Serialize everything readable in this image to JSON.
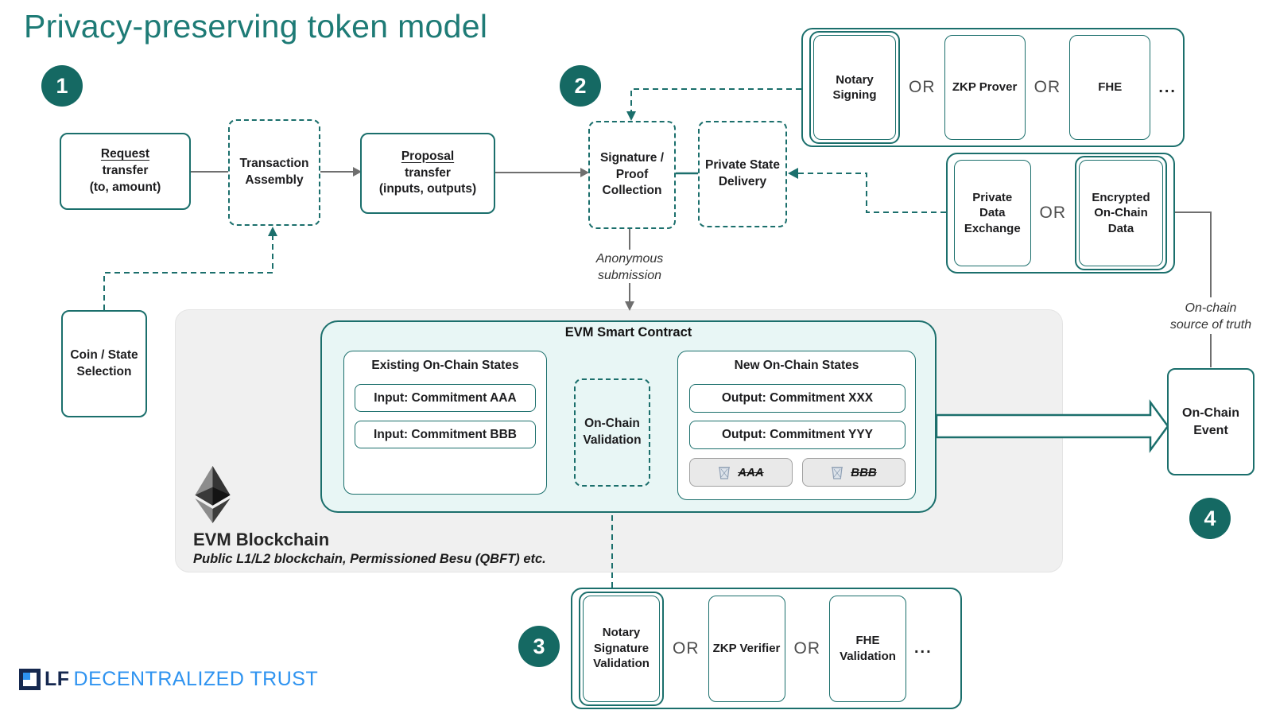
{
  "title": "Privacy-preserving token model",
  "steps": {
    "s1": "1",
    "s2": "2",
    "s3": "3",
    "s4": "4"
  },
  "boxes": {
    "request": {
      "line1": "Request",
      "line2": "transfer",
      "line3": "(to, amount)"
    },
    "transaction_assembly": "Transaction Assembly",
    "proposal": {
      "line1": "Proposal",
      "line2": "transfer",
      "line3": "(inputs, outputs)"
    },
    "signature_collection": "Signature / Proof Collection",
    "private_state_delivery": "Private State Delivery",
    "coin_state_selection": "Coin / State Selection",
    "on_chain_event": "On-Chain Event"
  },
  "groups": {
    "proving": {
      "separator": "OR",
      "ellipsis": "...",
      "items": [
        "Notary Signing",
        "ZKP Prover",
        "FHE"
      ]
    },
    "data_sharing": {
      "separator": "OR",
      "items": [
        "Private Data Exchange",
        "Encrypted On-Chain Data"
      ]
    },
    "validation": {
      "separator": "OR",
      "ellipsis": "...",
      "items": [
        "Notary Signature Validation",
        "ZKP Verifier",
        "FHE Validation"
      ]
    }
  },
  "labels": {
    "anonymous_submission": [
      "Anonymous",
      "submission"
    ],
    "on_chain_source": [
      "On-chain",
      "source of truth"
    ]
  },
  "evm": {
    "smart_contract_title": "EVM Smart Contract",
    "existing_states": {
      "title": "Existing On-Chain States",
      "items": [
        "Input: Commitment AAA",
        "Input: Commitment BBB"
      ]
    },
    "validation_box": "On-Chain Validation",
    "new_states": {
      "title": "New On-Chain States",
      "items": [
        "Output: Commitment XXX",
        "Output: Commitment YYY"
      ],
      "deleted": [
        "AAA",
        "BBB"
      ]
    },
    "blockchain_title": "EVM Blockchain",
    "blockchain_subtitle": "Public L1/L2 blockchain, Permissioned Besu (QBFT) etc."
  },
  "footer": {
    "logo_lf": "LF",
    "logo_rest": "DECENTRALIZED TRUST"
  },
  "colors": {
    "teal": "#1b6f6c",
    "teal_dark": "#156963",
    "teal_fill": "#e8f6f5",
    "panel_gray": "#f0f0f0",
    "line_gray": "#6f6f6f",
    "logo_navy": "#15284f",
    "logo_blue": "#2e93f0"
  }
}
